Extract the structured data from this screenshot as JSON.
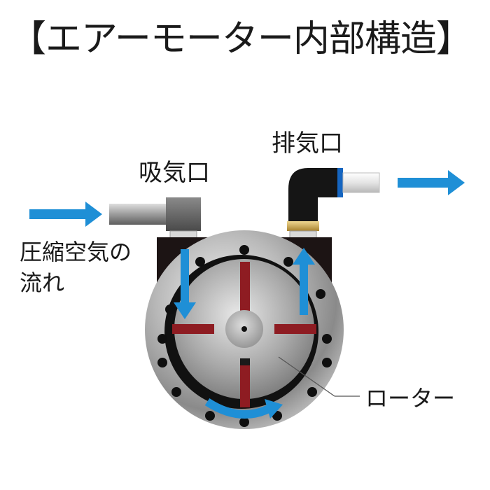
{
  "title": "【エアーモーター内部構造】",
  "labels": {
    "exhaust_port": "排気口",
    "intake_port": "吸気口",
    "compressed_air_flow_line1": "圧縮空気の",
    "compressed_air_flow_line2": "流れ",
    "rotor": "ローター"
  },
  "colors": {
    "flow_arrow": "#1f8fd6",
    "vane": "#8e1c22",
    "housing": "#1c1414",
    "brass_fitting": "#c8a24a",
    "blue_band": "#1565c0"
  }
}
